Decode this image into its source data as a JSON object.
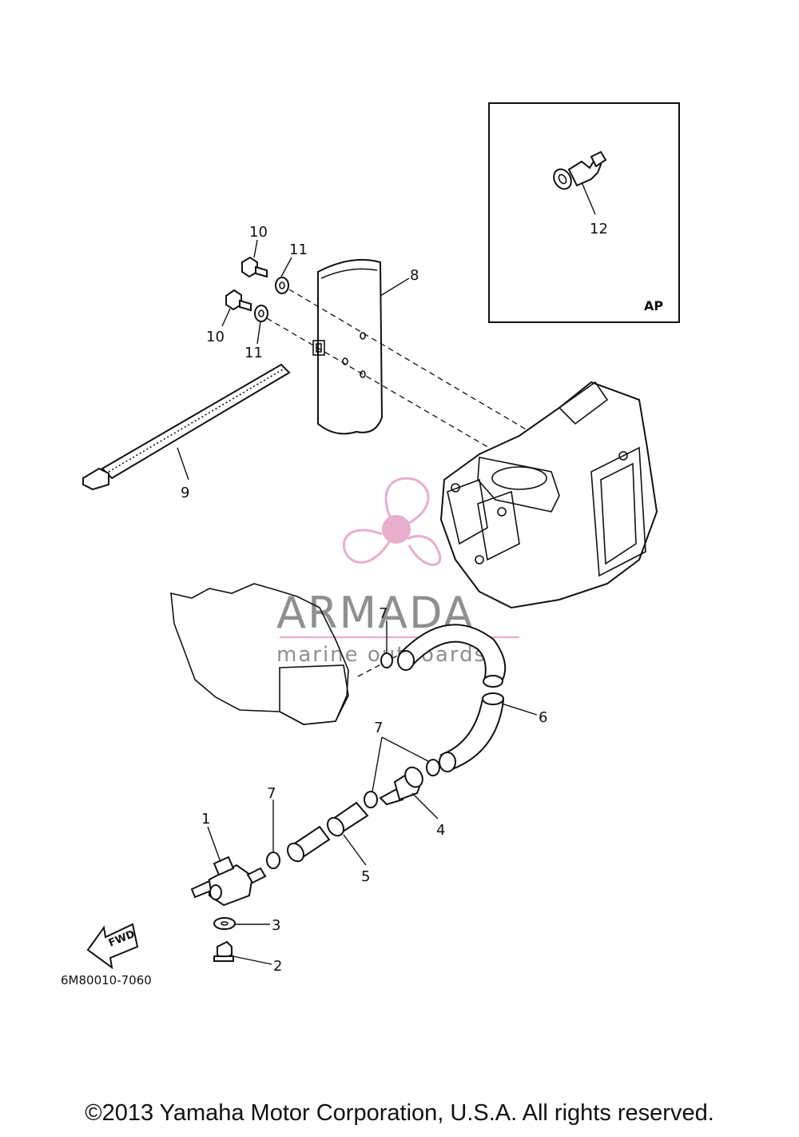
{
  "diagram": {
    "callouts": {
      "c1": "1",
      "c2": "2",
      "c3": "3",
      "c4": "4",
      "c5": "5",
      "c6": "6",
      "c7a": "7",
      "c7b": "7",
      "c7c": "7",
      "c8": "8",
      "c9": "9",
      "c10a": "10",
      "c10b": "10",
      "c11a": "11",
      "c11b": "11",
      "c12": "12"
    },
    "inset_label": "AP",
    "fwd_label": "FWD",
    "drawing_code": "6M80010-7060"
  },
  "watermark": {
    "title": "ARMADA",
    "subtitle": "marine outboards",
    "accent_color": "#e8a9cc",
    "text_color": "#8f8f8f"
  },
  "footer": {
    "copyright": "©2013 Yamaha Motor Corporation, U.S.A. All rights reserved."
  }
}
